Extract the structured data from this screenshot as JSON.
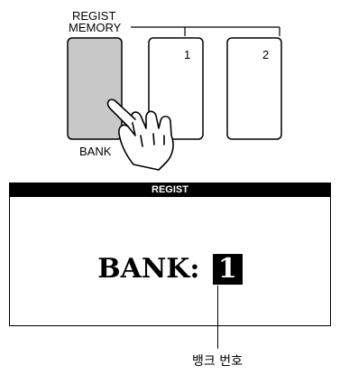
{
  "panel": {
    "title_line1": "REGIST",
    "title_line2": "MEMORY",
    "bank_key_label": "BANK",
    "key_1": "1",
    "key_2": "2"
  },
  "display": {
    "header": "REGIST",
    "bank_prefix": "BANK:",
    "bank_number": "1"
  },
  "callout": {
    "label": "뱅크 번호"
  },
  "colors": {
    "bank_key_fill": "#c8c8c8",
    "ink": "#000000",
    "background": "#ffffff"
  },
  "icons": {
    "pressing_hand": "pressing-hand-icon"
  }
}
